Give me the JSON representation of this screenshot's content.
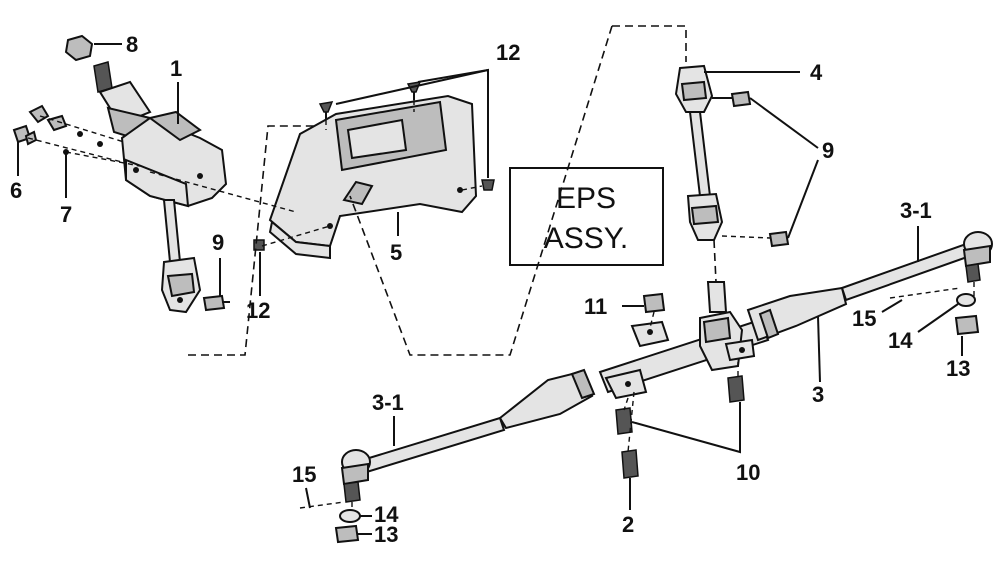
{
  "eps_box": {
    "line1": "EPS",
    "line2": "ASSY."
  },
  "callouts": {
    "c1": "1",
    "c2": "2",
    "c3": "3",
    "c3_1_right": "3-1",
    "c3_1_left": "3-1",
    "c4": "4",
    "c5": "5",
    "c6": "6",
    "c7": "7",
    "c8": "8",
    "c9_left": "9",
    "c9_right": "9",
    "c10": "10",
    "c11": "11",
    "c12_top": "12",
    "c12_bottom": "12",
    "c13_right": "13",
    "c13_left": "13",
    "c14_right": "14",
    "c14_left": "14",
    "c15_right": "15",
    "c15_left": "15"
  }
}
